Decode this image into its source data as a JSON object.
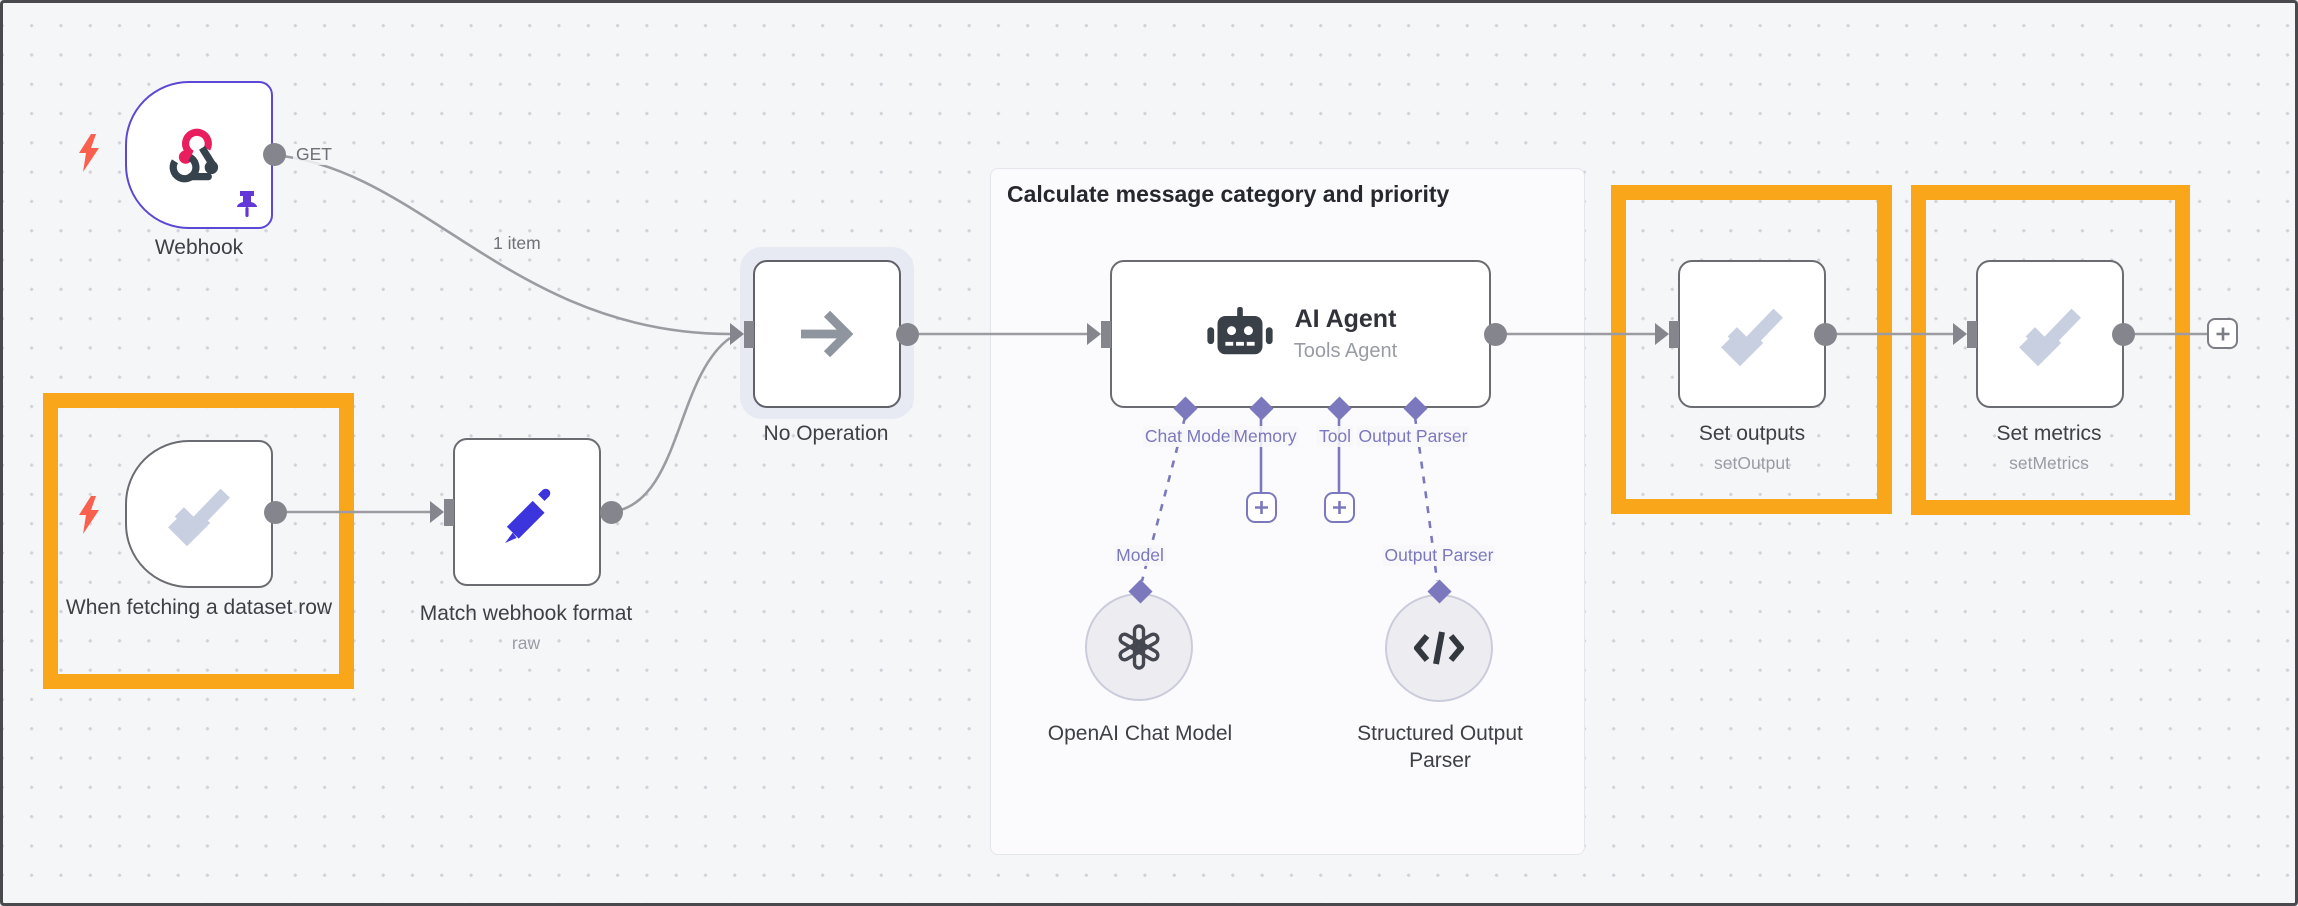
{
  "workflow": {
    "group_label": "Calculate message category and priority",
    "edge_label_items": "1 item",
    "webhook": {
      "title": "Webhook",
      "method": "GET"
    },
    "dataset_trigger": {
      "title": "When fetching a dataset row"
    },
    "match_format": {
      "title": "Match webhook format",
      "subtitle": "raw"
    },
    "no_operation": {
      "title": "No Operation"
    },
    "ai_agent": {
      "title": "AI Agent",
      "subtitle": "Tools Agent",
      "required_marker": "*",
      "ports": [
        {
          "label": "Chat Model"
        },
        {
          "label": "Memory"
        },
        {
          "label": "Tool"
        },
        {
          "label": "Output Parser"
        }
      ]
    },
    "openai_model": {
      "title": "OpenAI Chat Model",
      "port_label": "Model"
    },
    "structured_parser": {
      "title": "Structured Output Parser",
      "port_label": "Output Parser"
    },
    "set_outputs": {
      "title": "Set outputs",
      "subtitle": "setOutput"
    },
    "set_metrics": {
      "title": "Set metrics",
      "subtitle": "setMetrics"
    }
  },
  "colors": {
    "highlight_box": "#f9a61a",
    "edge": "#9b9ba1",
    "connector_purple": "#7b78bd",
    "webhook_border": "#5b49d5",
    "trigger_bolt": "#fa604e",
    "check_icon": "#c7cfe0",
    "pencil_icon": "#3c34dd",
    "canvas_bg": "#f5f6f8"
  }
}
